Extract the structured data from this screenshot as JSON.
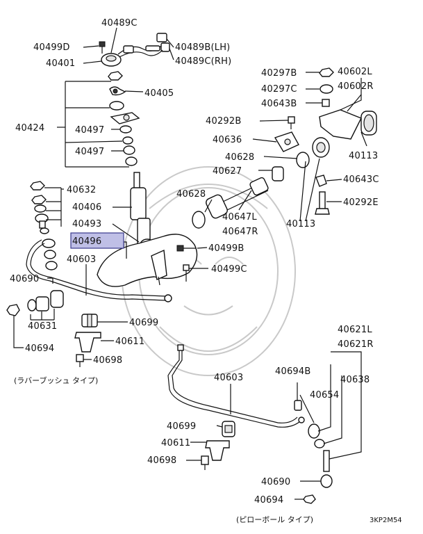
{
  "colors": {
    "line": "#111111",
    "highlight": "#bfbfe6",
    "watermark": "#c9c9c9",
    "background": "#ffffff"
  },
  "highlighted_part": "40496",
  "labels": {
    "p40489C_top": "40489C",
    "p40499D": "40499D",
    "p40489B": "40489B(LH)",
    "p40401": "40401",
    "p40489C_rh": "40489C(RH)",
    "p40405": "40405",
    "p40424": "40424",
    "p40497a": "40497",
    "p40497b": "40497",
    "p40632": "40632",
    "p40406": "40406",
    "p40493": "40493",
    "p40496": "40496",
    "p40603a": "40603",
    "p40690a": "40690",
    "p40631": "40631",
    "p40694a": "40694",
    "p40699a": "40699",
    "p40611a": "40611",
    "p40698a": "40698",
    "p40297B": "40297B",
    "p40602L": "40602L",
    "p40297C": "40297C",
    "p40602R": "40602R",
    "p40643B": "40643B",
    "p40292B": "40292B",
    "p40636": "40636",
    "p40628a": "40628",
    "p40113a": "40113",
    "p40627": "40627",
    "p40628b": "40628",
    "p40643C": "40643C",
    "p40647L": "40647L",
    "p40292E": "40292E",
    "p40647R": "40647R",
    "p40113b": "40113",
    "p40499B": "40499B",
    "p40499C": "40499C",
    "p40621L": "40621L",
    "p40621R": "40621R",
    "p40603b": "40603",
    "p40694B": "40694B",
    "p40638": "40638",
    "p40654": "40654",
    "p40699b": "40699",
    "p40611b": "40611",
    "p40698b": "40698",
    "p40690b": "40690",
    "p40694b": "40694"
  },
  "captions": {
    "rubber_bush": "(ラバーブッシュ タイプ)",
    "pillow_ball": "(ピローボール タイプ)",
    "figure_code": "3KP2M54"
  }
}
